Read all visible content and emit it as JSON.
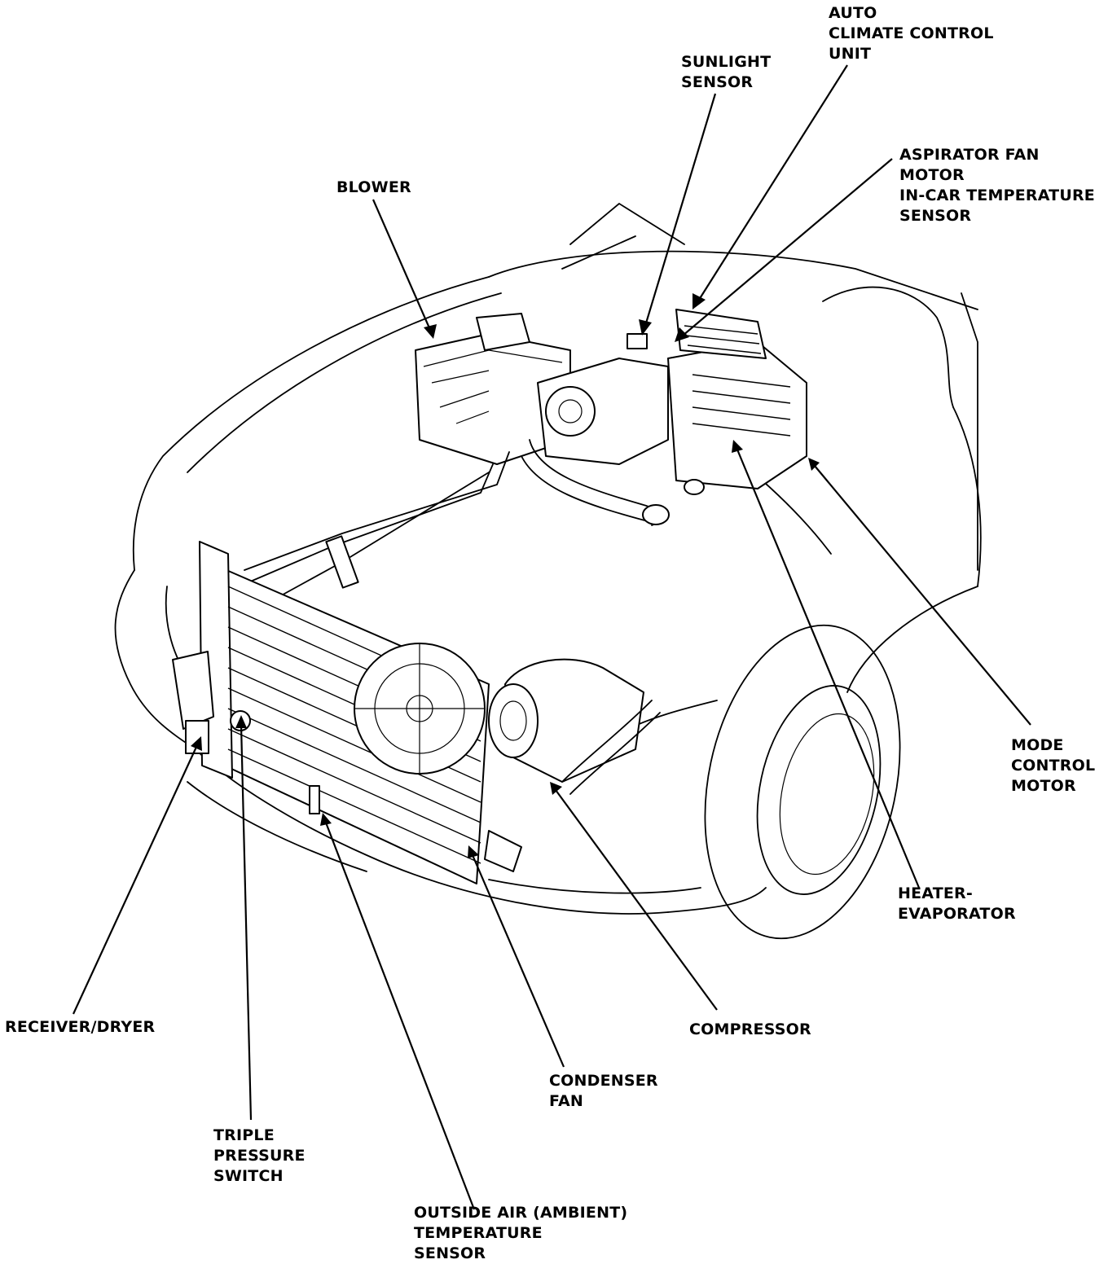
{
  "labels": {
    "auto_climate_control_unit": [
      "AUTO",
      "CLIMATE CONTROL",
      "UNIT"
    ],
    "sunlight_sensor": [
      "SUNLIGHT",
      "SENSOR"
    ],
    "aspirator": [
      "ASPIRATOR FAN",
      "MOTOR",
      "IN-CAR TEMPERATURE",
      "SENSOR"
    ],
    "blower": [
      "BLOWER"
    ],
    "mode_control_motor": [
      "MODE",
      "CONTROL",
      "MOTOR"
    ],
    "heater_evaporator": [
      "HEATER-",
      "EVAPORATOR"
    ],
    "compressor": [
      "COMPRESSOR"
    ],
    "receiver_dryer": [
      "RECEIVER/DRYER"
    ],
    "condenser_fan": [
      "CONDENSER",
      "FAN"
    ],
    "triple_pressure_switch": [
      "TRIPLE",
      "PRESSURE",
      "SWITCH"
    ],
    "outside_air_sensor": [
      "OUTSIDE AIR (AMBIENT)",
      "TEMPERATURE",
      "SENSOR"
    ]
  }
}
